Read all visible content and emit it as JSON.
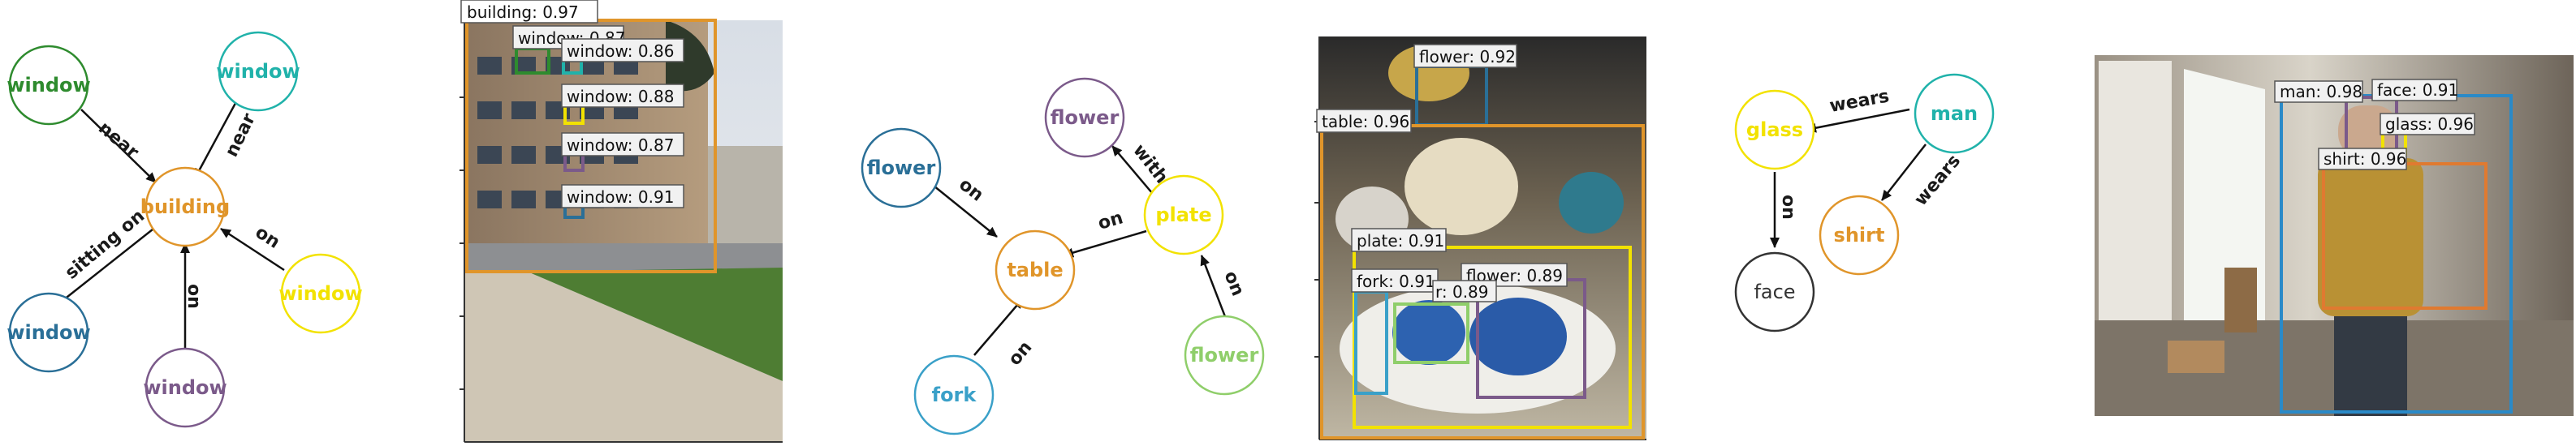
{
  "colors": {
    "green": "#2e8b2e",
    "teal": "#20b2aa",
    "orange": "#e0952a",
    "yellow": "#f2e200",
    "blue": "#2a6f97",
    "purple": "#7b5a8a",
    "lightgreen": "#8fce6a",
    "lightblue": "#3aa0c8",
    "black": "#333333"
  },
  "graph1": {
    "nodes": [
      {
        "id": "window_a",
        "label": "window"
      },
      {
        "id": "window_b",
        "label": "window"
      },
      {
        "id": "building",
        "label": "building"
      },
      {
        "id": "window_c",
        "label": "window"
      },
      {
        "id": "window_d",
        "label": "window"
      },
      {
        "id": "window_e",
        "label": "window"
      }
    ],
    "edges": [
      {
        "label": "near"
      },
      {
        "label": "near"
      },
      {
        "label": "sitting on"
      },
      {
        "label": "on"
      },
      {
        "label": "on"
      }
    ]
  },
  "image1": {
    "detections": [
      {
        "label": "building: 0.97"
      },
      {
        "label": "window: 0.87"
      },
      {
        "label": "window: 0.86"
      },
      {
        "label": "window: 0.88"
      },
      {
        "label": "window: 0.87"
      },
      {
        "label": "window: 0.91"
      }
    ]
  },
  "graph2": {
    "nodes": [
      {
        "id": "flower_a",
        "label": "flower"
      },
      {
        "id": "flower_b",
        "label": "flower"
      },
      {
        "id": "plate",
        "label": "plate"
      },
      {
        "id": "table",
        "label": "table"
      },
      {
        "id": "fork",
        "label": "fork"
      },
      {
        "id": "flower_c",
        "label": "flower"
      }
    ],
    "edges": [
      {
        "label": "on"
      },
      {
        "label": "with"
      },
      {
        "label": "on"
      },
      {
        "label": "on"
      },
      {
        "label": "on"
      }
    ]
  },
  "image2": {
    "detections": [
      {
        "label": "flower: 0.92"
      },
      {
        "label": "table: 0.96"
      },
      {
        "label": "plate: 0.91"
      },
      {
        "label": "flower: 0.89"
      },
      {
        "label": "fork: 0.91"
      },
      {
        "label": "r: 0.89"
      }
    ]
  },
  "graph3": {
    "nodes": [
      {
        "id": "glass",
        "label": "glass"
      },
      {
        "id": "man",
        "label": "man"
      },
      {
        "id": "shirt",
        "label": "shirt"
      },
      {
        "id": "face",
        "label": "face"
      }
    ],
    "edges": [
      {
        "label": "wears"
      },
      {
        "label": "wears"
      },
      {
        "label": "on"
      }
    ]
  },
  "image3": {
    "detections": [
      {
        "label": "man: 0.98"
      },
      {
        "label": "face: 0.91"
      },
      {
        "label": "glass: 0.96"
      },
      {
        "label": "shirt: 0.96"
      }
    ]
  }
}
